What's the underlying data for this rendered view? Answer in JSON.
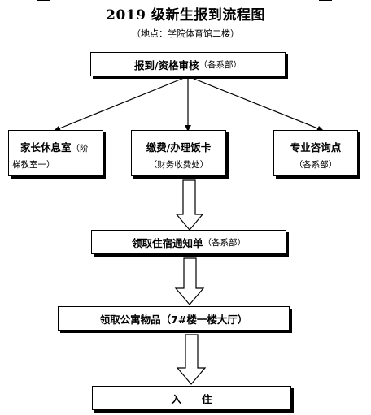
{
  "title": "2019 级新生报到流程图",
  "location": "（地点：学院体育馆二楼）",
  "steps": {
    "register": {
      "main": "报到/资格审核",
      "sub": "（各系部）"
    },
    "parent_rest": {
      "main": "家长休息室",
      "sub_line1": "（阶",
      "sub_line2": "梯教室一）"
    },
    "payment": {
      "main": "缴费/办理饭卡",
      "sub": "（财务收费处）"
    },
    "consult": {
      "main": "专业咨询点",
      "sub": "（各系部）"
    },
    "dorm_notice": {
      "main": "领取住宿通知单",
      "sub": "（各系部）"
    },
    "apartment": {
      "main": "领取公寓物品",
      "sub": "（7#楼一楼大厅）"
    },
    "checkin": {
      "main": "入　　住"
    }
  }
}
